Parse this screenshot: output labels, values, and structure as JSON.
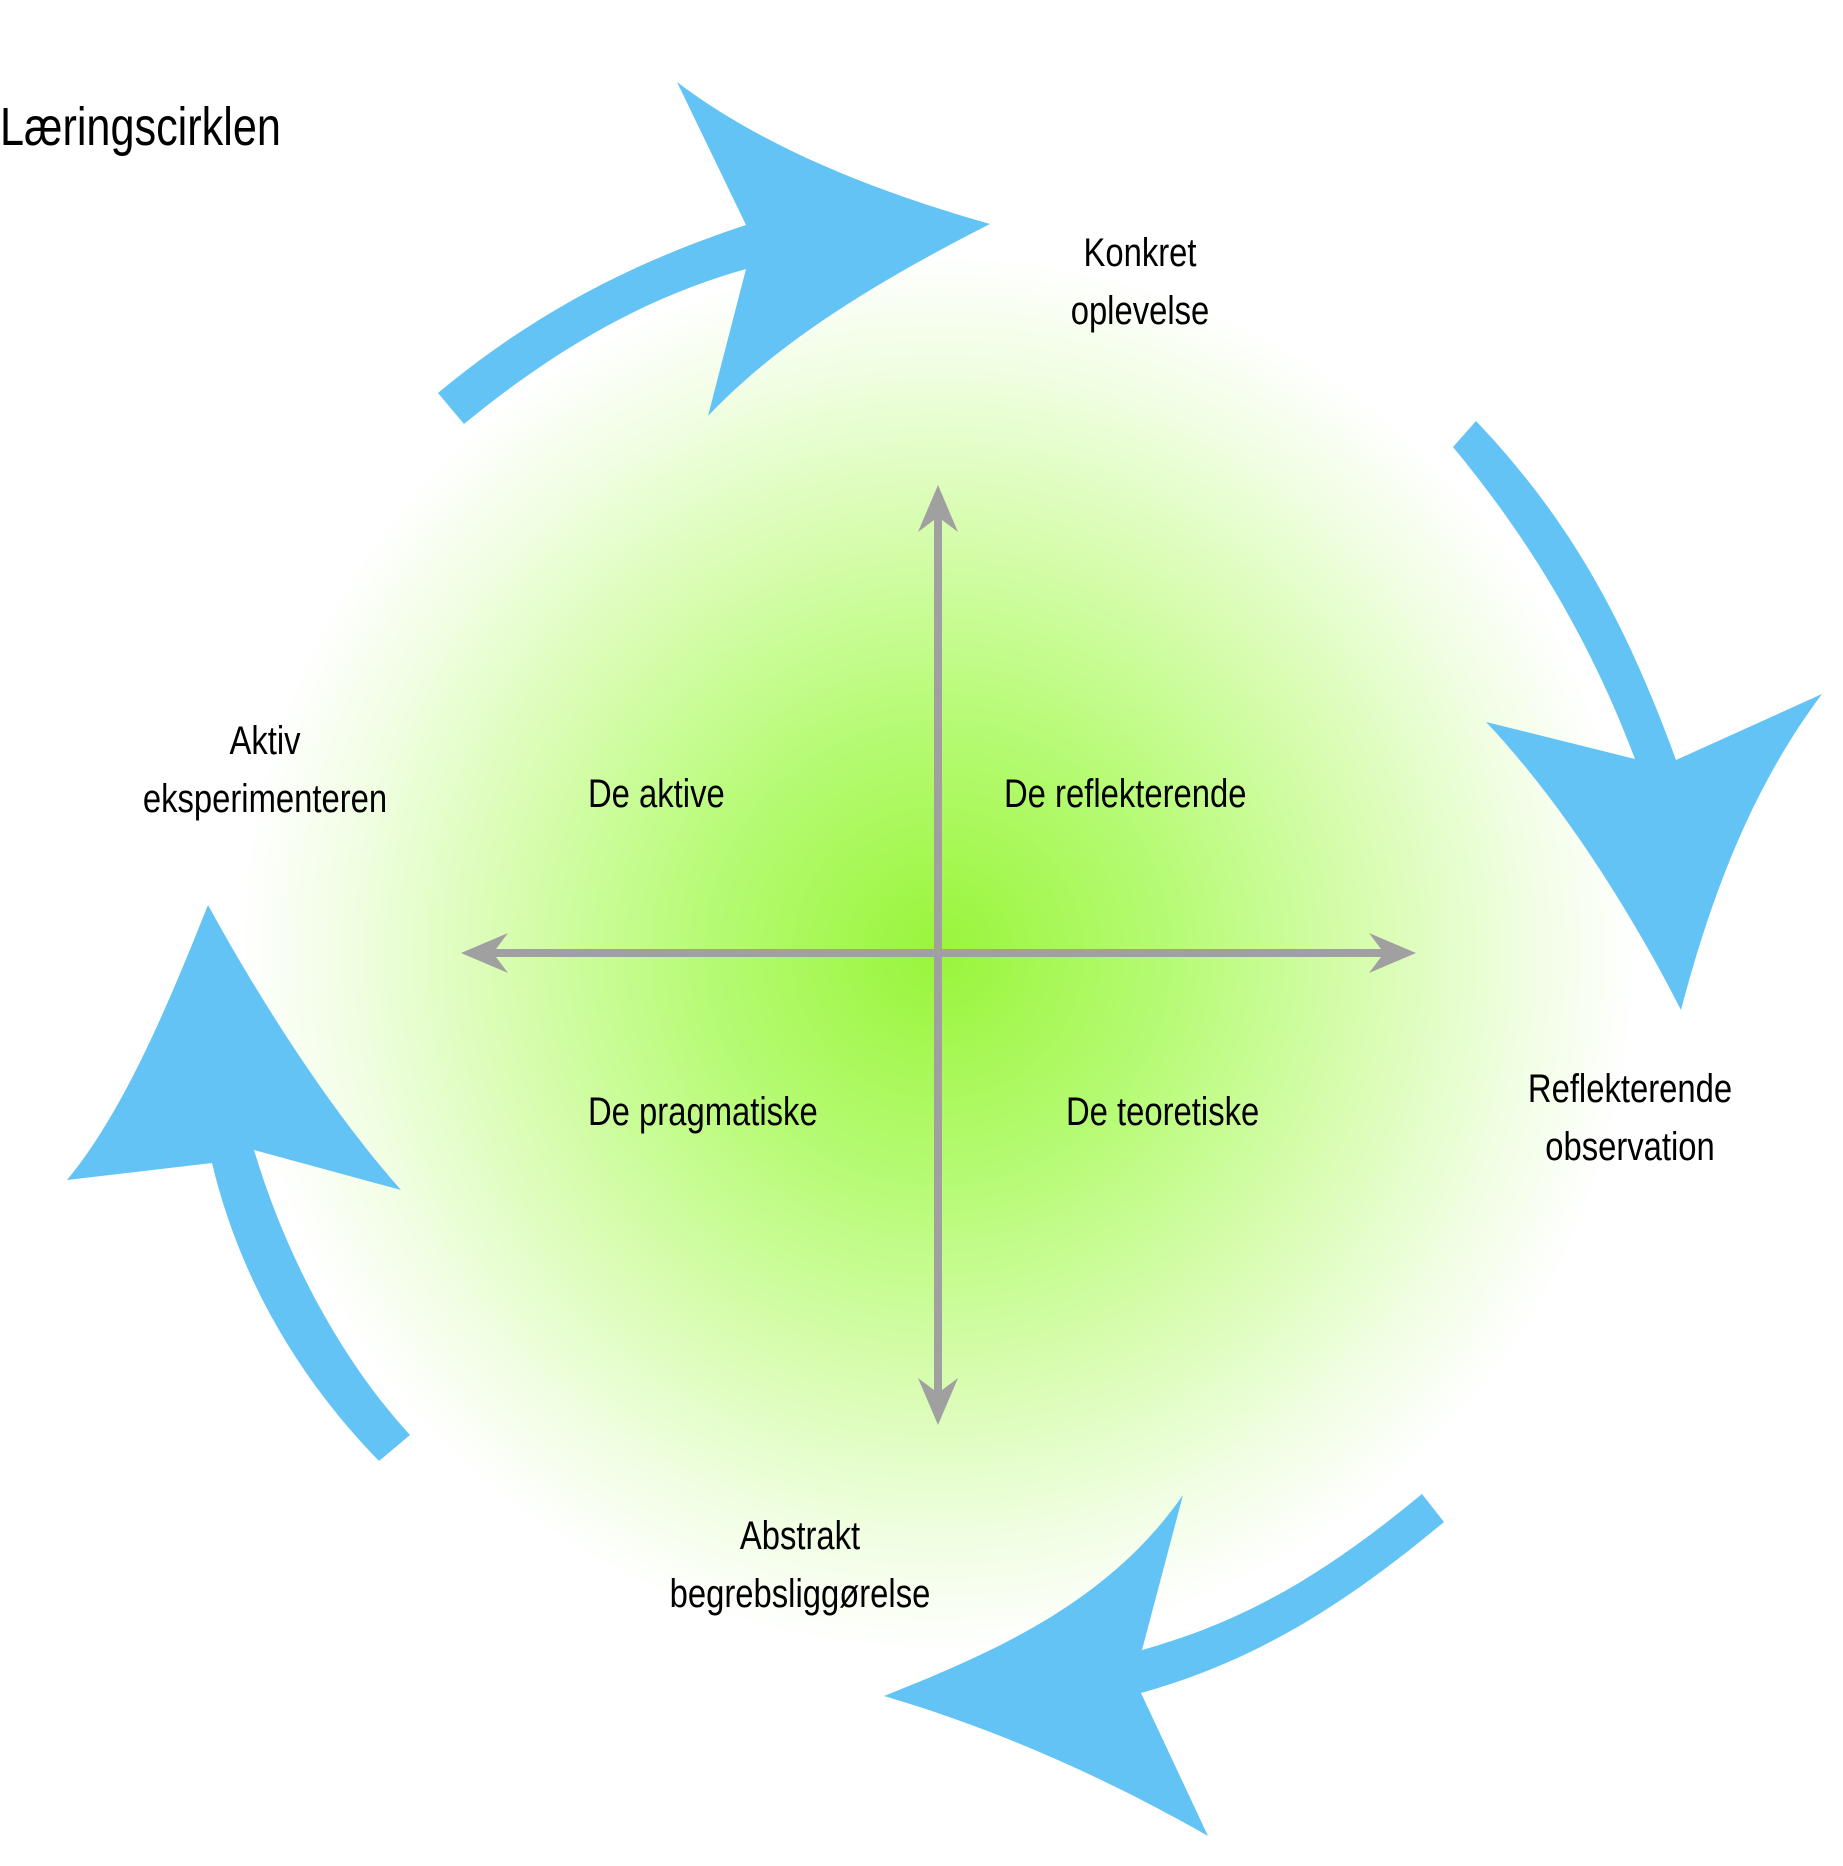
{
  "title": "Læringscirklen",
  "colors": {
    "arrow": "#63c3f5",
    "axis": "#a0a0a0",
    "glow_center": "#99f53a",
    "glow_edge": "#ffffff",
    "text": "#000000"
  },
  "cycle_stages": [
    {
      "line1": "Konkret",
      "line2": "oplevelse"
    },
    {
      "line1": "Reflekterende",
      "line2": "observation"
    },
    {
      "line1": "Abstrakt",
      "line2": "begrebsliggørelse"
    },
    {
      "line1": "Aktiv",
      "line2": "eksperimenteren"
    }
  ],
  "quadrants": {
    "top_left": "De aktive",
    "top_right": "De reflekterende",
    "bottom_left": "De pragmatiske",
    "bottom_right": "De teoretiske"
  },
  "arrows": [
    {
      "from": "Aktiv eksperimenteren",
      "to": "Konkret oplevelse",
      "direction": "clockwise"
    },
    {
      "from": "Konkret oplevelse",
      "to": "Reflekterende observation",
      "direction": "clockwise"
    },
    {
      "from": "Reflekterende observation",
      "to": "Abstrakt begrebsliggørelse",
      "direction": "clockwise"
    },
    {
      "from": "Abstrakt begrebsliggørelse",
      "to": "Aktiv eksperimenteren",
      "direction": "clockwise"
    }
  ]
}
